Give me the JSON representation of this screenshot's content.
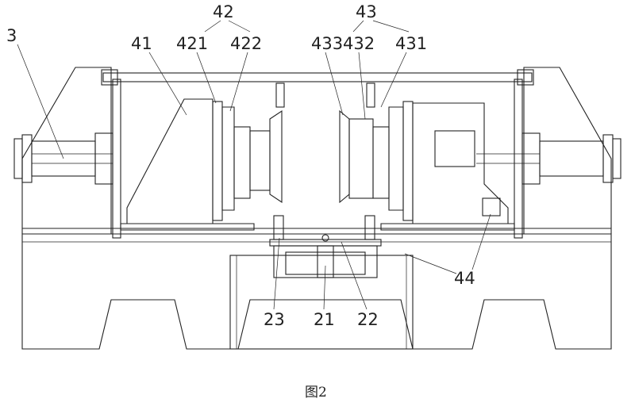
{
  "figure": {
    "caption": "图2",
    "labels": {
      "l3": "3",
      "l41": "41",
      "l42": "42",
      "l421": "421",
      "l422": "422",
      "l43": "43",
      "l433": "433",
      "l432": "432",
      "l431": "431",
      "l44": "44",
      "l23": "23",
      "l21": "21",
      "l22": "22"
    }
  }
}
